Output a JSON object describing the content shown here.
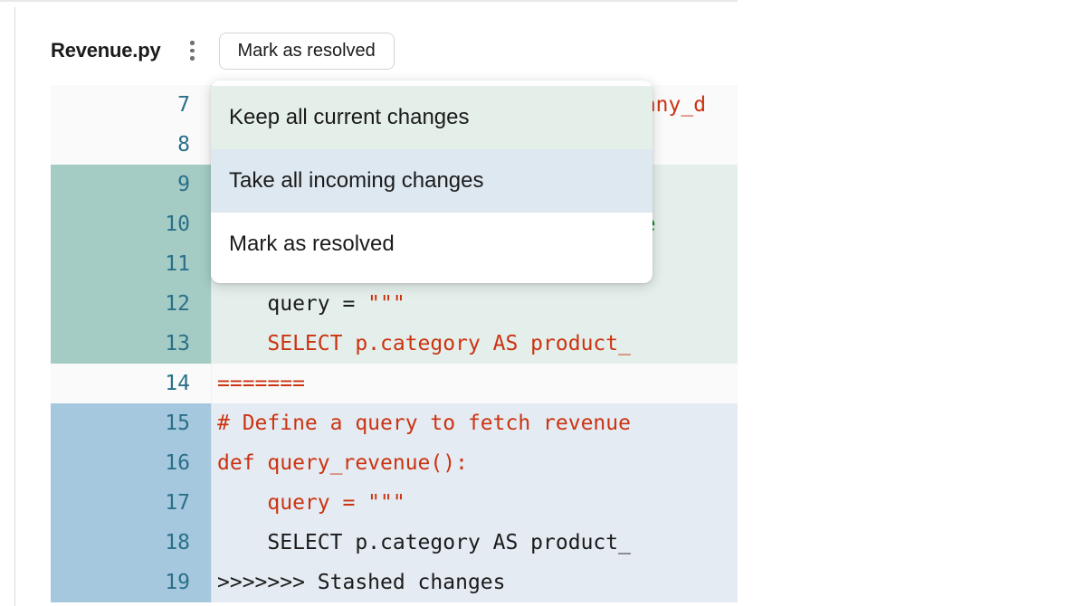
{
  "header": {
    "file_name": "Revenue.py",
    "kebab_icon": "kebab-vertical-icon",
    "resolve_button_label": "Mark as resolved"
  },
  "dropdown": {
    "items": [
      {
        "label": "Keep all current changes",
        "kind": "keep",
        "bg": "#e4efe9"
      },
      {
        "label": "Take all incoming changes",
        "kind": "take",
        "bg": "#dde8f1"
      },
      {
        "label": "Mark as resolved",
        "kind": "resolve",
        "bg": "#ffffff"
      }
    ]
  },
  "colors": {
    "current_gutter": "#a5cbc5",
    "current_bg": "#e4eeea",
    "incoming_gutter": "#a5c8de",
    "incoming_bg": "#e4ebf2",
    "context_bg": "#fafafa",
    "line_number": "#2a7089",
    "code_red": "#cc3311",
    "code_green": "#0a8a28",
    "code_dark": "#1b1b1b"
  },
  "code": {
    "lines": [
      {
        "number": "7",
        "kind": "ctx",
        "tokens": [
          {
            "text": "                                  any_d",
            "color": "red"
          }
        ]
      },
      {
        "number": "8",
        "kind": "ctx",
        "tokens": [
          {
            "text": "",
            "color": "dark"
          }
        ]
      },
      {
        "number": "9",
        "kind": "current",
        "tokens": [
          {
            "text": "",
            "color": "dark"
          }
        ]
      },
      {
        "number": "10",
        "kind": "current",
        "tokens": [
          {
            "text": "                              venue",
            "color": "green"
          }
        ]
      },
      {
        "number": "11",
        "kind": "current",
        "tokens": [
          {
            "text": "",
            "color": "dark"
          }
        ]
      },
      {
        "number": "12",
        "kind": "current",
        "tokens": [
          {
            "text": "    query = ",
            "color": "dark"
          },
          {
            "text": "\"\"\"",
            "color": "red"
          }
        ]
      },
      {
        "number": "13",
        "kind": "current",
        "tokens": [
          {
            "text": "    SELECT p.category AS product_",
            "color": "red"
          }
        ]
      },
      {
        "number": "14",
        "kind": "sep",
        "tokens": [
          {
            "text": "=======",
            "color": "red"
          }
        ]
      },
      {
        "number": "15",
        "kind": "incoming",
        "tokens": [
          {
            "text": "# Define a query to fetch revenue",
            "color": "red"
          }
        ]
      },
      {
        "number": "16",
        "kind": "incoming",
        "tokens": [
          {
            "text": "def query_revenue():",
            "color": "red"
          }
        ]
      },
      {
        "number": "17",
        "kind": "incoming",
        "tokens": [
          {
            "text": "    query = \"\"\"",
            "color": "red"
          }
        ]
      },
      {
        "number": "18",
        "kind": "incoming",
        "tokens": [
          {
            "text": "    SELECT p.category AS product_",
            "color": "dark"
          }
        ]
      },
      {
        "number": "19",
        "kind": "incoming",
        "tokens": [
          {
            "text": ">>>>>>> Stashed changes",
            "color": "dark"
          }
        ]
      }
    ]
  }
}
